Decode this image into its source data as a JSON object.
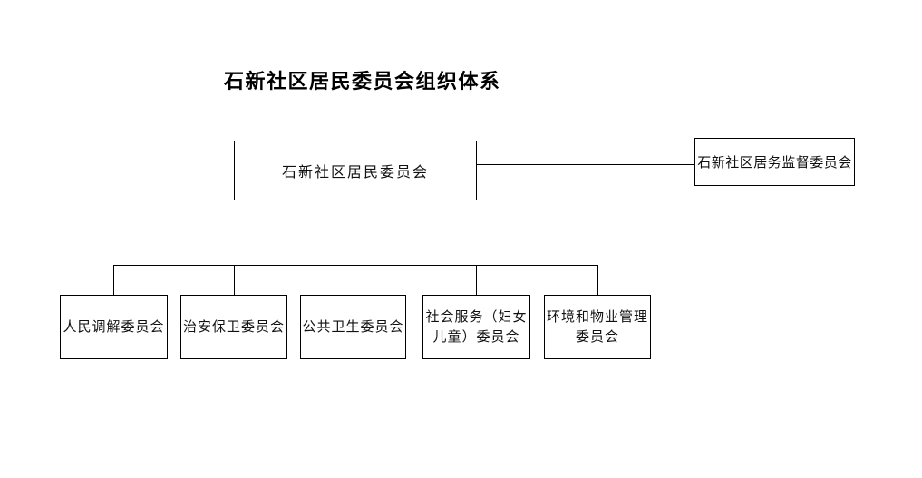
{
  "page": {
    "background_color": "#ffffff",
    "line_color": "#000000",
    "text_color": "#000000"
  },
  "title": "石新社区居民委员会组织体系",
  "org_chart": {
    "root": {
      "label": "石新社区居民委员会"
    },
    "supervisor": {
      "label": "石新社区居务监督委员会"
    },
    "children": [
      {
        "label": "人民调解委员会",
        "line1": "人民调解委员会"
      },
      {
        "label": "治安保卫委员会",
        "line1": "治安保卫委员会"
      },
      {
        "label": "公共卫生委员会",
        "line1": "公共卫生委员会"
      },
      {
        "label": "社会服务（妇女儿童）委员会",
        "line1": "社会服务（妇女",
        "line2": "儿童）委员会"
      },
      {
        "label": "环境和物业管理委员会",
        "line1": "环境和物业管理",
        "line2": "委员会"
      }
    ]
  }
}
